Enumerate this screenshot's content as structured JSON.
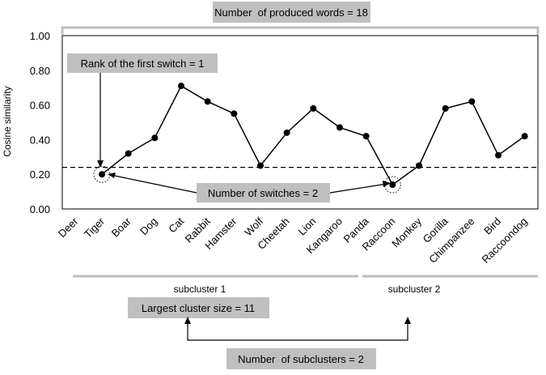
{
  "chart_data": {
    "type": "line",
    "ylabel": "Cosine similarity",
    "xlabel": "",
    "ylim": [
      0,
      1
    ],
    "yticks": [
      "0.00",
      "0.20",
      "0.40",
      "0.60",
      "0.80",
      "1.00"
    ],
    "ytick_values": [
      0,
      0.2,
      0.4,
      0.6,
      0.8,
      1.0
    ],
    "categories": [
      "Deer",
      "Tiger",
      "Boar",
      "Dog",
      "Cat",
      "Rabbit",
      "Hamster",
      "Wolf",
      "Cheetah",
      "Lion",
      "Kangaroo",
      "Panda",
      "Raccoon",
      "Monkey",
      "Gorilla",
      "Chimpanzee",
      "Bird",
      "Raccoondog"
    ],
    "series": [
      {
        "values": [
          null,
          0.2,
          0.32,
          0.41,
          0.71,
          0.62,
          0.55,
          0.25,
          0.44,
          0.58,
          0.47,
          0.42,
          0.14,
          0.25,
          0.58,
          0.62,
          0.31,
          0.42
        ]
      }
    ],
    "threshold": 0.24,
    "switch_points": [
      "Tiger",
      "Raccoon"
    ],
    "subclusters": [
      {
        "label": "subcluster 1",
        "from": "Deer",
        "to": "Panda"
      },
      {
        "label": "subcluster 2",
        "from": "Raccoon",
        "to": "Raccoondog"
      }
    ],
    "annotations": {
      "produced_words": "Number  of produced words = 18",
      "first_switch": "Rank of the first switch = 1",
      "num_switches": "Number of switches = 2",
      "largest_cluster": "Largest cluster size = 11",
      "num_subclusters": "Number  of subclusters = 2"
    },
    "colors": {
      "line": "#000000",
      "box": "#bfbfbf",
      "bracket": "#bfbfbf"
    }
  }
}
